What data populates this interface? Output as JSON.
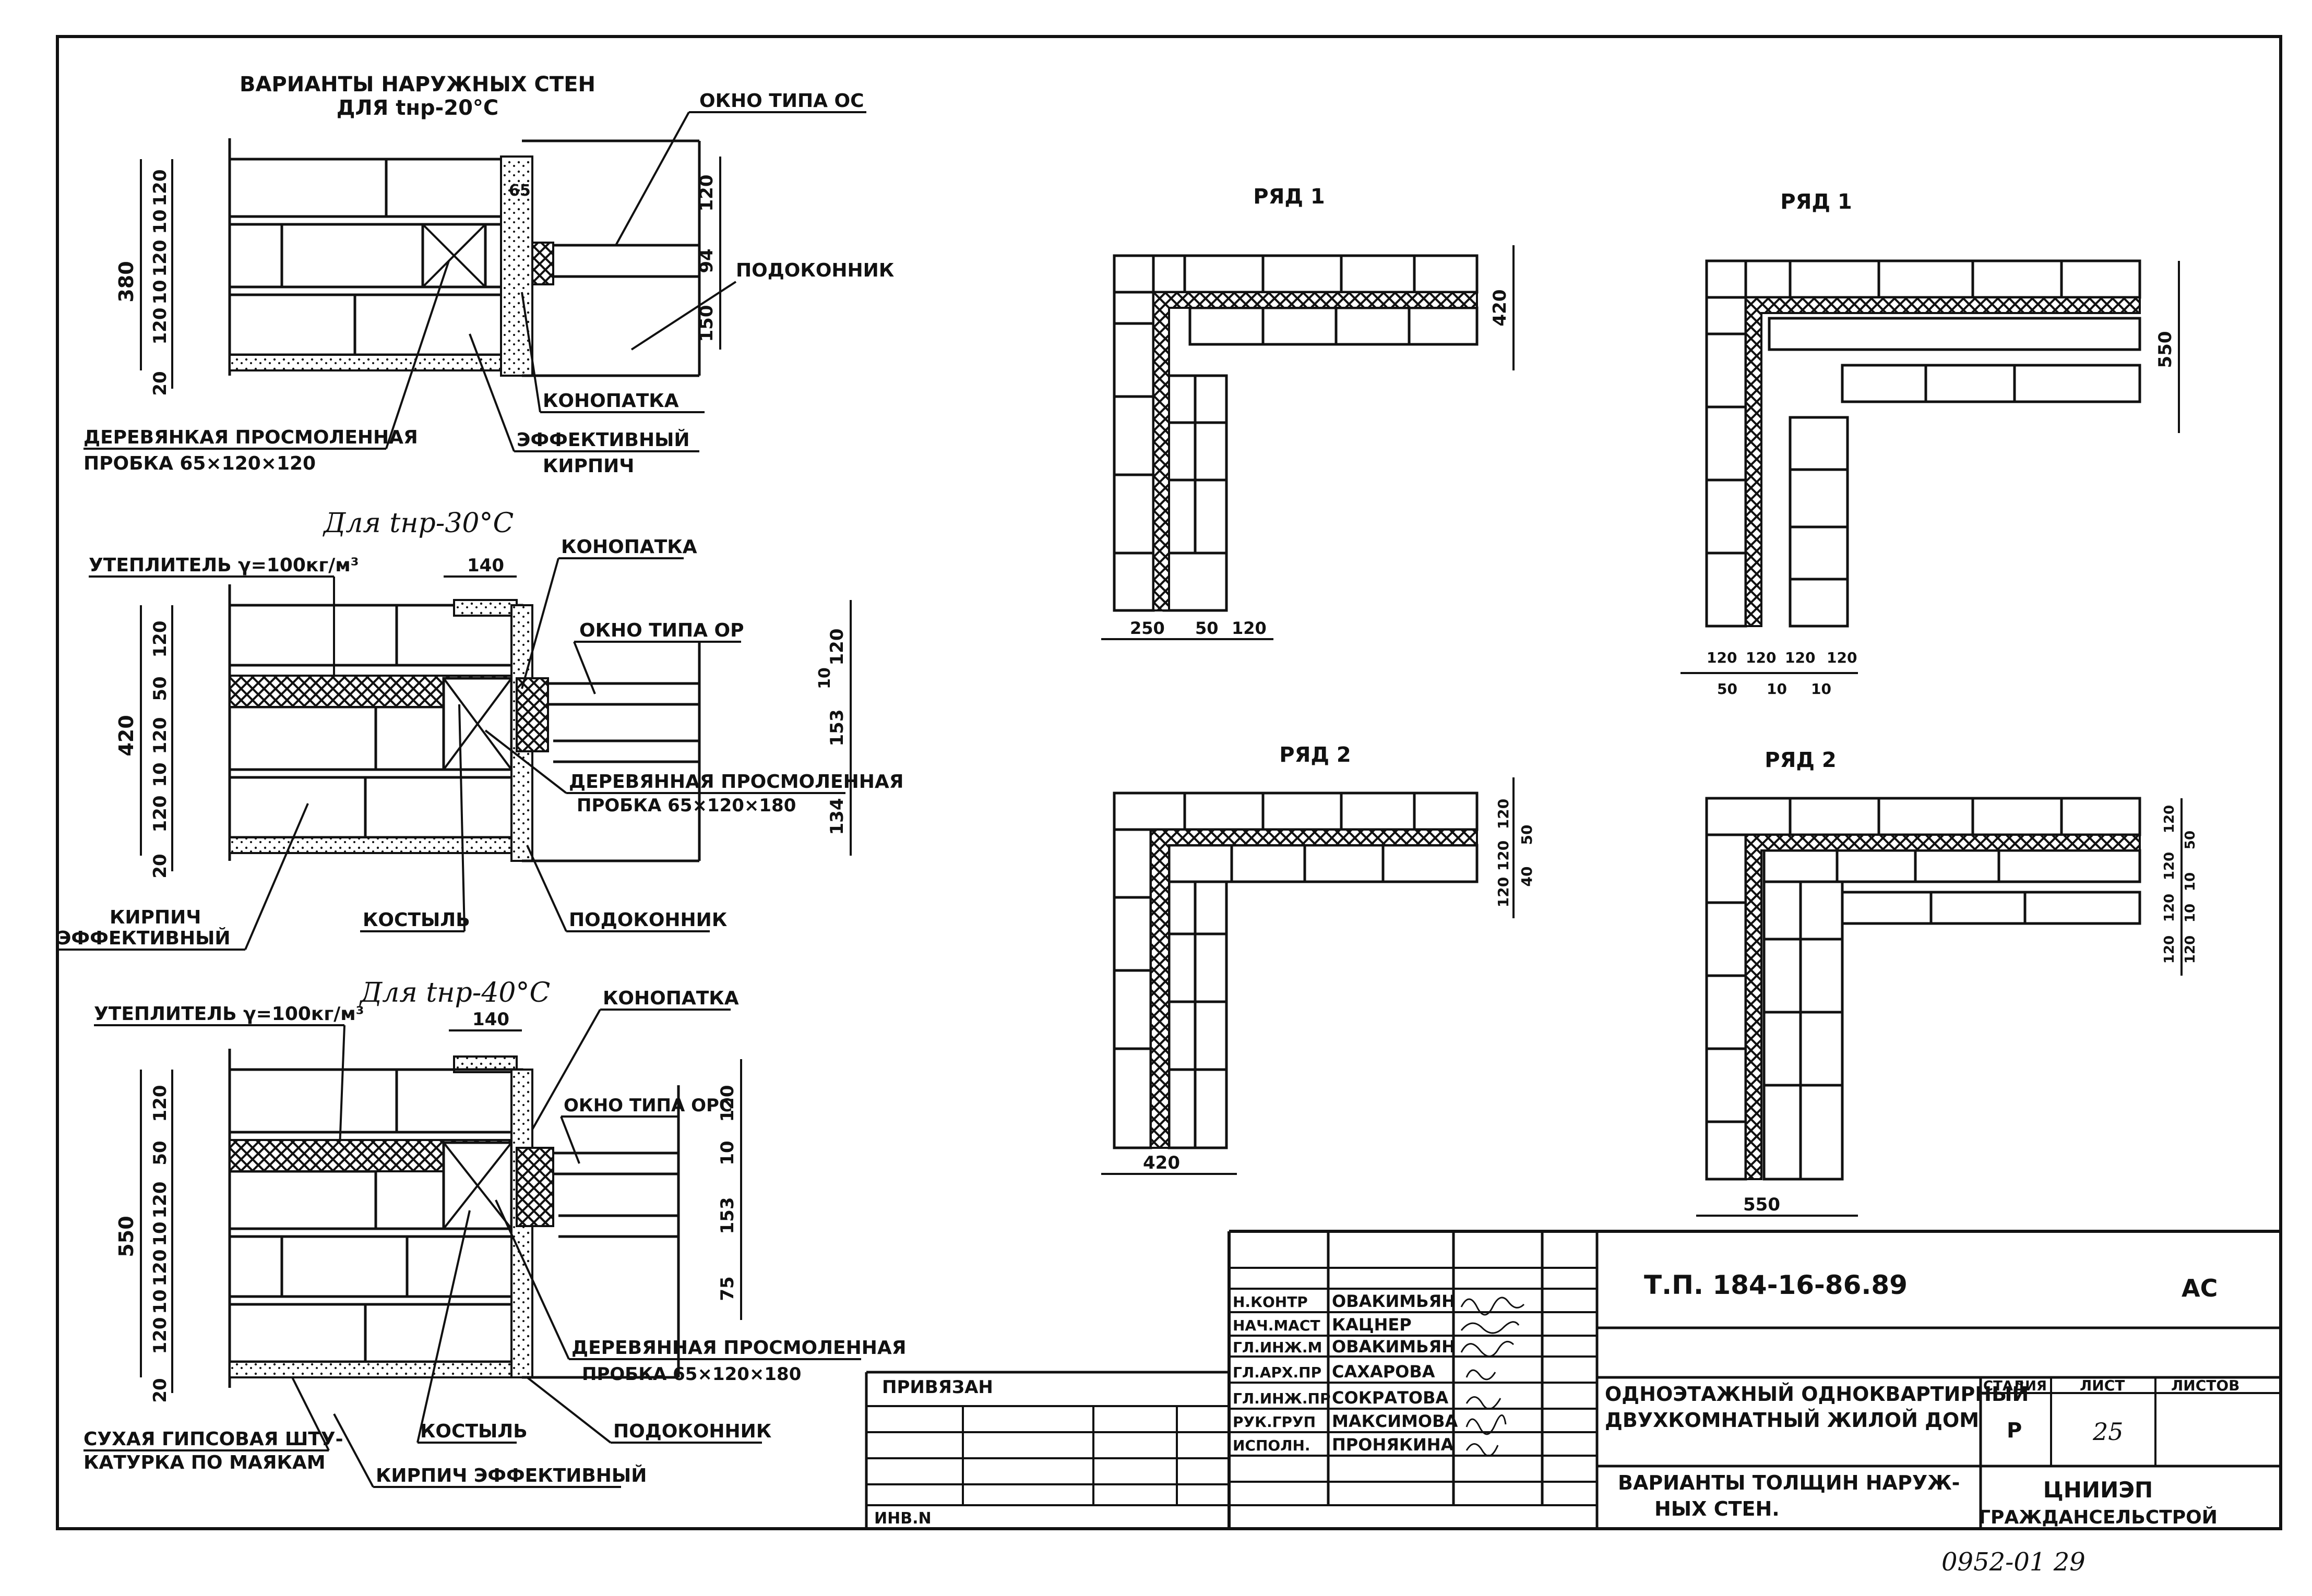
{
  "title_main": "ВАРИАНТЫ НАРУЖНЫХ СТЕН",
  "title_sub": "ДЛЯ tнр-20°С",
  "section1": {
    "okno": "ОКНО ТИПА ОС",
    "podokonnik": "ПОДОКОННИК",
    "konopatka": "КОНОПАТКА",
    "probka1": "ДЕРЕВЯНКАЯ ПРОСМОЛЕННАЯ",
    "probka2": "ПРОБКА 65×120×120",
    "brick1": "ЭФФЕКТИВНЫЙ",
    "brick2": "КИРПИЧ",
    "dim_65": "65",
    "dims_left": [
      "120",
      "10",
      "120",
      "10",
      "120",
      "20"
    ],
    "dim_total": "380",
    "dims_right": [
      "120",
      "94",
      "150"
    ]
  },
  "section2": {
    "heading": "Для tнр-30°С",
    "insul": "УТЕПЛИТЕЛЬ γ=100кг/м³",
    "konopatka": "КОНОПАТКА",
    "okno": "ОКНО ТИПА ОР",
    "probka1": "ДЕРЕВЯННАЯ ПРОСМОЛЕННАЯ",
    "probka2": "ПРОБКА 65×120×180",
    "brick1": "КИРПИЧ",
    "brick2": "ЭФФЕКТИВНЫЙ",
    "kostyl": "КОСТЫЛЬ",
    "podokonnik": "ПОДОКОННИК",
    "dim_140": "140",
    "dims_left": [
      "120",
      "50",
      "120",
      "10",
      "120",
      "20"
    ],
    "dim_total": "420",
    "dims_right": [
      "10",
      "120",
      "153",
      "134"
    ]
  },
  "section3": {
    "heading": "Для tнр-40°С",
    "insul": "УТЕПЛИТЕЛЬ γ=100кг/м³",
    "konopatka": "КОНОПАТКА",
    "okno": "ОКНО ТИПА ОРС",
    "probka1": "ДЕРЕВЯННАЯ ПРОСМОЛЕННАЯ",
    "probka2": "ПРОБКА 65×120×180",
    "gips1": "СУХАЯ ГИПСОВАЯ ШТУ-",
    "gips2": "КАТУРКА ПО МАЯКАМ",
    "kostyl": "КОСТЫЛЬ",
    "brick": "КИРПИЧ ЭФФЕКТИВНЫЙ",
    "podokonnik": "ПОДОКОННИК",
    "dim_140": "140",
    "dims_left": [
      "120",
      "50",
      "120",
      "10",
      "120",
      "10",
      "120",
      "20"
    ],
    "dim_total": "550",
    "dims_right": [
      "120",
      "10",
      "153",
      "75"
    ]
  },
  "plans": {
    "r1a_title": "РЯД 1",
    "r1a_dim": "420",
    "r1a_bottom": [
      "250",
      "50",
      "120"
    ],
    "r1b_title": "РЯД 1",
    "r1b_dim": "550",
    "r1b_bottom": [
      "120",
      "120",
      "120",
      "120"
    ],
    "r1b_bottom2": [
      "50",
      "10",
      "10"
    ],
    "r2a_title": "РЯД 2",
    "r2a_right": [
      "120",
      "120",
      "50",
      "120",
      "40"
    ],
    "r2a_bottom": "420",
    "r2b_title": "РЯД 2",
    "r2b_right": [
      "120",
      "120",
      "120",
      "50",
      "10",
      "10",
      "120",
      "120"
    ],
    "r2b_bottom": "550"
  },
  "titleblock": {
    "code": "Т.П. 184-16-86.89",
    "ac": "АС",
    "privyazan": "ПРИВЯЗАН",
    "inv": "ИНВ.N",
    "roles": [
      "Н.КОНТР",
      "НАЧ.МАСТ",
      "ГЛ.ИНЖ.М",
      "ГЛ.АРХ.ПР",
      "ГЛ.ИНЖ.ПР",
      "РУК.ГРУП",
      "ИСПОЛН."
    ],
    "names": [
      "ОВАКИМЬЯН",
      "КАЦНЕР",
      "ОВАКИМЬЯН",
      "САХАРОВА",
      "СОКРАТОВА",
      "МАКСИМОВА",
      "ПРОНЯКИНА"
    ],
    "project1": "ОДНОЭТАЖНЫЙ ОДНОКВАРТИРНЫЙ",
    "project2": "ДВУХКОМНАТНЫЙ ЖИЛОЙ ДОМ",
    "sheet1": "ВАРИАНТЫ ТОЛЩИН НАРУЖ-",
    "sheet2": "НЫХ СТЕН.",
    "stadia_h": "СТАДИЯ",
    "list_h": "ЛИСТ",
    "listov_h": "ЛИСТОВ",
    "stadia": "Р",
    "list": "25",
    "org1": "ЦНИИЭП",
    "org2": "ГРАЖДАНСЕЛЬСТРОЙ"
  },
  "footer": "0952-01  29"
}
